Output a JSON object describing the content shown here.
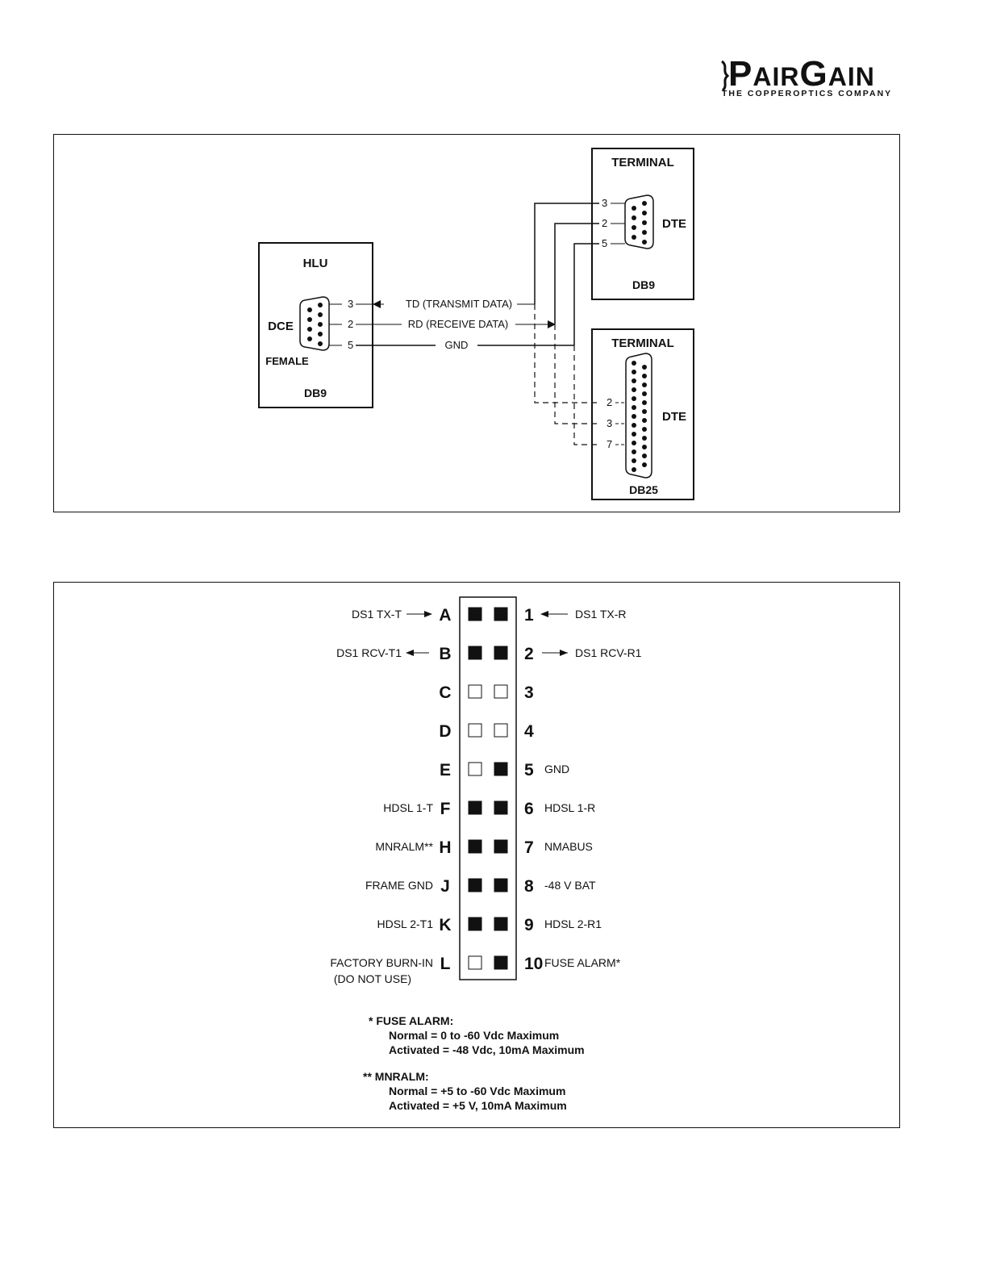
{
  "logo": {
    "main_1": "P",
    "main_2": "AIR",
    "main_3": "G",
    "main_4": "AIN",
    "tagline": "THE COPPEROPTICS COMPANY"
  },
  "diagram1": {
    "hlu": {
      "title": "HLU",
      "role": "DCE",
      "gender": "FEMALE",
      "connector": "DB9",
      "pins": [
        "3",
        "2",
        "5"
      ]
    },
    "signals": {
      "td": "TD (TRANSMIT DATA)",
      "rd": "RD (RECEIVE DATA)",
      "gnd": "GND"
    },
    "terminal_db9": {
      "title": "TERMINAL",
      "role": "DTE",
      "connector": "DB9",
      "pins": [
        "3",
        "2",
        "5"
      ]
    },
    "terminal_db25": {
      "title": "TERMINAL",
      "role": "DTE",
      "connector": "DB25",
      "pins": [
        "2",
        "3",
        "7"
      ]
    }
  },
  "diagram2": {
    "rows": [
      {
        "left_label": "DS1 TX-T",
        "left_letter": "A",
        "left_filled": true,
        "right_filled": true,
        "right_num": "1",
        "right_label": "DS1 TX-R",
        "left_arrow": "out",
        "right_arrow": "in"
      },
      {
        "left_label": "DS1 RCV-T1",
        "left_letter": "B",
        "left_filled": true,
        "right_filled": true,
        "right_num": "2",
        "right_label": "DS1 RCV-R1",
        "left_arrow": "in",
        "right_arrow": "out"
      },
      {
        "left_label": "",
        "left_letter": "C",
        "left_filled": false,
        "right_filled": false,
        "right_num": "3",
        "right_label": "",
        "left_arrow": "",
        "right_arrow": ""
      },
      {
        "left_label": "",
        "left_letter": "D",
        "left_filled": false,
        "right_filled": false,
        "right_num": "4",
        "right_label": "",
        "left_arrow": "",
        "right_arrow": ""
      },
      {
        "left_label": "",
        "left_letter": "E",
        "left_filled": false,
        "right_filled": true,
        "right_num": "5",
        "right_label": "GND",
        "left_arrow": "",
        "right_arrow": ""
      },
      {
        "left_label": "HDSL 1-T",
        "left_letter": "F",
        "left_filled": true,
        "right_filled": true,
        "right_num": "6",
        "right_label": "HDSL 1-R",
        "left_arrow": "",
        "right_arrow": ""
      },
      {
        "left_label": "MNRALM**",
        "left_letter": "H",
        "left_filled": true,
        "right_filled": true,
        "right_num": "7",
        "right_label": "NMABUS",
        "left_arrow": "",
        "right_arrow": ""
      },
      {
        "left_label": "FRAME  GND",
        "left_letter": "J",
        "left_filled": true,
        "right_filled": true,
        "right_num": "8",
        "right_label": "-48 V  BAT",
        "left_arrow": "",
        "right_arrow": ""
      },
      {
        "left_label": "HDSL 2-T1",
        "left_letter": "K",
        "left_filled": true,
        "right_filled": true,
        "right_num": "9",
        "right_label": "HDSL 2-R1",
        "left_arrow": "",
        "right_arrow": ""
      },
      {
        "left_label": "FACTORY  BURN-IN",
        "left_sublabel": "(DO  NOT USE)",
        "left_letter": "L",
        "left_filled": false,
        "right_filled": true,
        "right_num": "10",
        "right_label": "FUSE  ALARM*",
        "left_arrow": "",
        "right_arrow": ""
      }
    ],
    "notes": [
      {
        "heading": "* FUSE ALARM:",
        "lines": [
          "Normal = 0 to -60 Vdc Maximum",
          "Activated = -48 Vdc, 10mA Maximum"
        ]
      },
      {
        "heading": "** MNRALM:",
        "lines": [
          "Normal = +5 to -60 Vdc Maximum",
          "Activated = +5 V, 10mA Maximum"
        ]
      }
    ]
  }
}
